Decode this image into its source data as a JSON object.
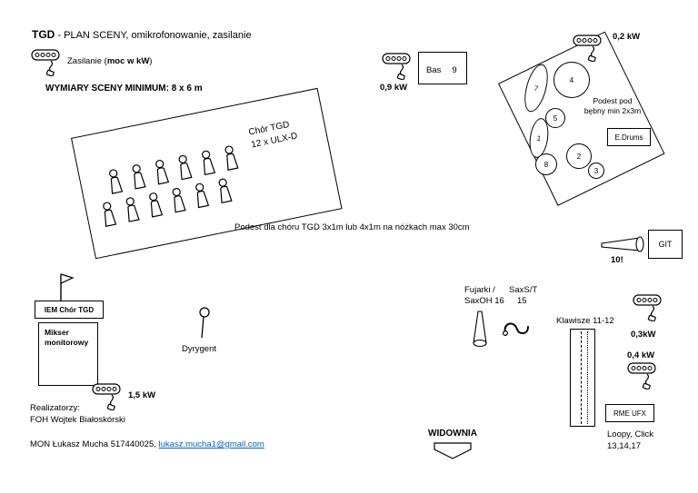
{
  "colors": {
    "ink": "#000000",
    "link": "#0563c1",
    "background": "#ffffff"
  },
  "header": {
    "brand": "TGD",
    "title_rest": " - PLAN SCENY, omikrofonowanie, zasilanie",
    "legend_prefix": "Zasilanie (",
    "legend_bold": "moc w kW",
    "legend_suffix": ")",
    "stage_dimensions": "WYMIARY SCENY MINIMUM:  8 x 6 m"
  },
  "choir": {
    "name": "Chór TGD",
    "mics": "12 x ULX-D",
    "riser_note": "Podest dla chóru TGD 3x1m lub 4x1m na nóżkach max 30cm"
  },
  "bass": {
    "label": "Bas",
    "channel": "9",
    "power": "0,9 kW"
  },
  "drums": {
    "power": "0,2 kW",
    "riser_line1": "Podest pod",
    "riser_line2": "bębny min 2x3m",
    "edrums_label": "E.Drums",
    "kit_numbers": [
      "7",
      "4",
      "5",
      "1",
      "8",
      "2",
      "3"
    ]
  },
  "guitar": {
    "label": "GIT",
    "channel": "10!"
  },
  "monitors": {
    "iem_label": "IEM Chór TGD",
    "mixer_line1": "Mikser",
    "mixer_line2": "monitorowy",
    "power": "1,5 kW"
  },
  "conductor": {
    "label": "Dyrygent"
  },
  "winds": {
    "fujarki_line1": "Fujarki /",
    "fujarki_line2": "SaxOH 16",
    "sax_line1": "SaxS/T",
    "sax_line2": "15"
  },
  "keys": {
    "label": "Klawisze 11-12",
    "power_top": "0,3kW",
    "power_bottom": "0,4 kW",
    "interface_label": "RME UFX",
    "loops_line1": "Loopy, Click",
    "loops_line2": "13,14,17"
  },
  "crew": {
    "line1": "Realizatorzy:",
    "line2": "FOH Wojtek Białoskórski",
    "mon_prefix": "MON Łukasz Mucha  517440025, ",
    "email": "lukasz.mucha1@gmail.com"
  },
  "audience": {
    "label": "WIDOWNIA"
  },
  "icons": {
    "power-outlet-icon": "pill strip with 4 socket holes and plug on squiggly cable",
    "choir-singer-icon": "person figure (head + torso)",
    "flag-icon": "pennant flag on pole",
    "mic-icon": "microphone on stand",
    "flute-icon": "vertical cone wind instrument",
    "sax-icon": "curved saxophone hook",
    "guitar-amp-cone-icon": "horizontal wedge/horn",
    "audience-arrow-icon": "downward pentagon arrow"
  }
}
